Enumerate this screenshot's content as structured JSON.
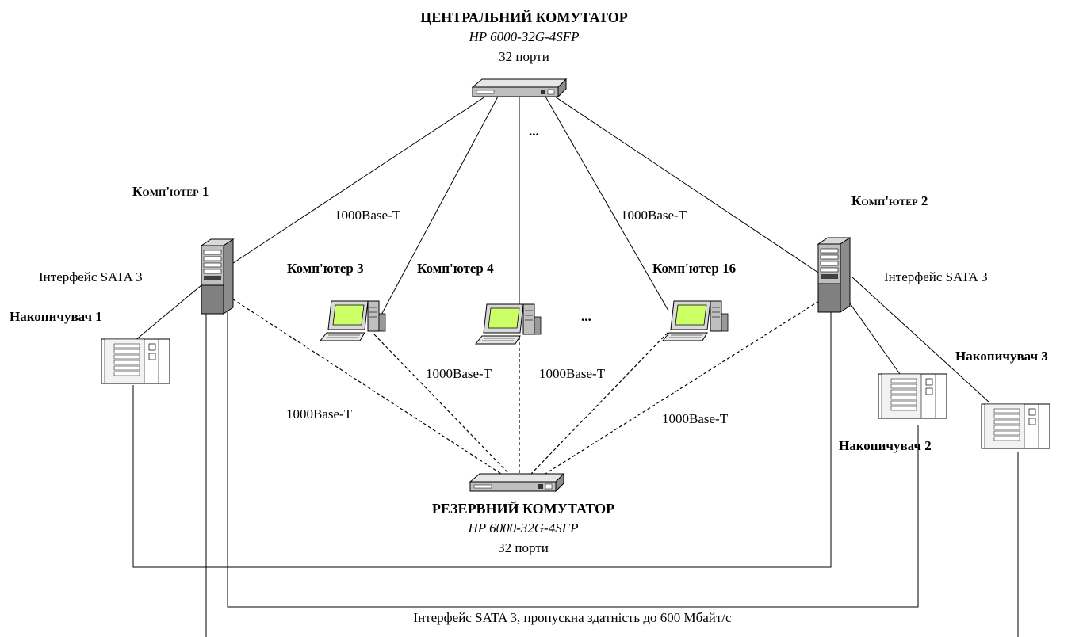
{
  "central_switch": {
    "title": "ЦЕНТРАЛЬНИЙ КОМУТАТОР",
    "model": "HP 6000-32G-4SFP",
    "ports": "32 порти"
  },
  "backup_switch": {
    "title": "РЕЗЕРВНИЙ КОМУТАТОР",
    "model": "HP 6000-32G-4SFP",
    "ports": "32 порти"
  },
  "computers": {
    "pc1": "Комп'ютер 1",
    "pc2": "Комп'ютер 2",
    "pc3": "Комп'ютер 3",
    "pc4": "Комп'ютер 4",
    "pc16": "Комп'ютер 16"
  },
  "storage": {
    "s1": "Накопичувач 1",
    "s2": "Накопичувач 2",
    "s3": "Накопичувач 3"
  },
  "links": {
    "speed": "1000Base-T",
    "sata_left": "Інтерфейс  SATA 3",
    "sata_right": "Інтерфейс  SATA 3",
    "sata_bottom": "Інтерфейс SATA 3, пропускна здатність до 600 Мбайт/с",
    "ellipsis": "..."
  },
  "colors": {
    "screen": "#ccff66",
    "line": "#000000",
    "case_light": "#d9d9d9",
    "case_dark": "#7f7f7f"
  }
}
